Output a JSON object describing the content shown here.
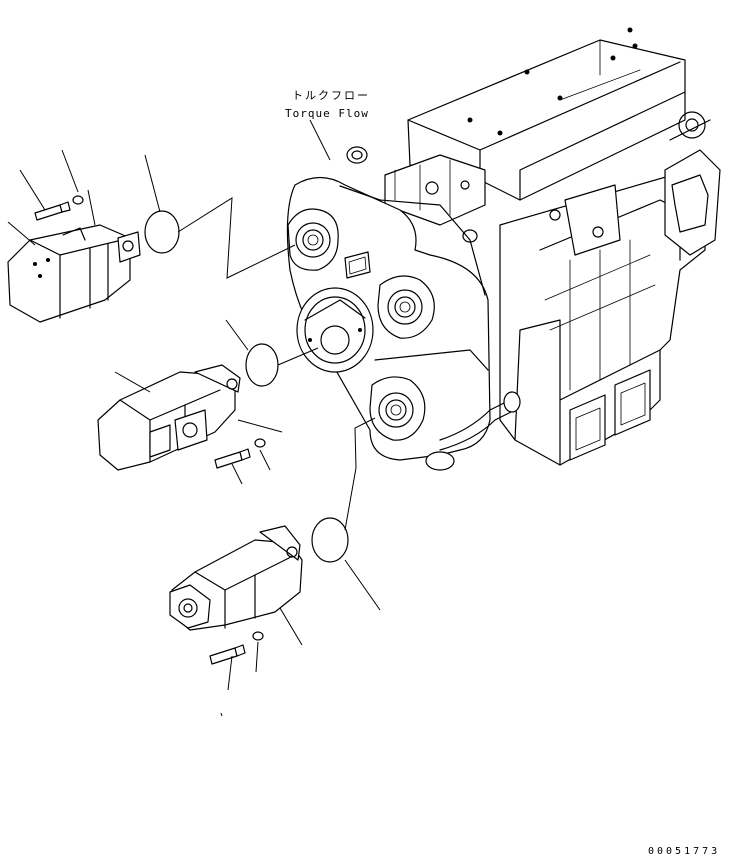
{
  "labels": {
    "torque_flow_jp": "トルクフロー",
    "torque_flow_en": "Torque Flow",
    "drawing_number": "00051773"
  }
}
